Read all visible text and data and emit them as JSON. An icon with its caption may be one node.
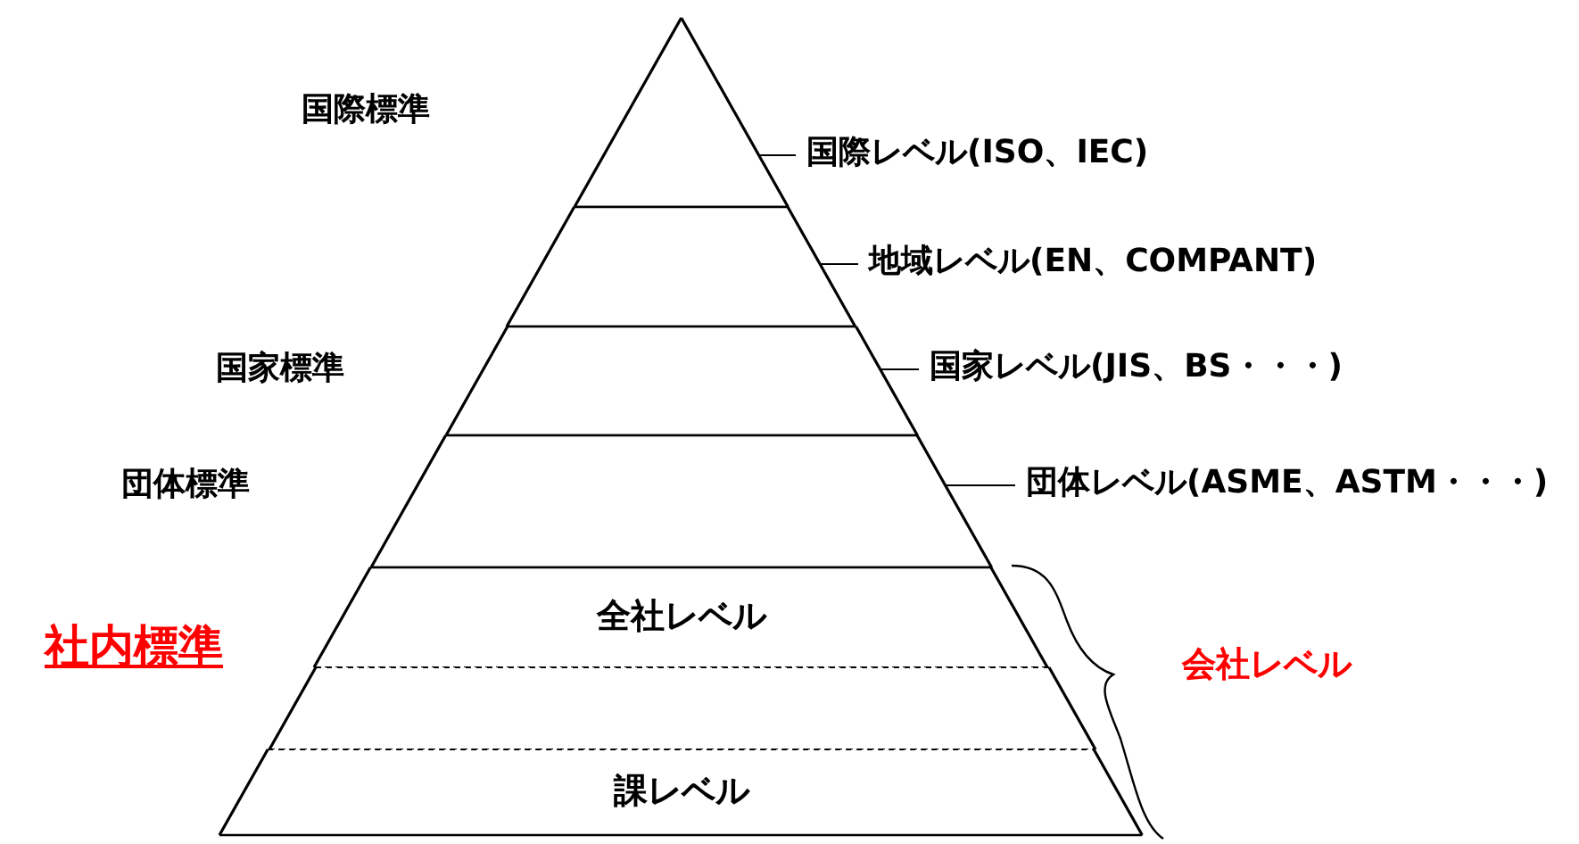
{
  "diagram": {
    "nodes": [
      {
        "text": [],
        "shape": "triangle"
      },
      {
        "text": [],
        "shape": "band"
      },
      {
        "text": [],
        "shape": "band"
      },
      {
        "text": [],
        "shape": "band"
      },
      {
        "text": [
          "全社レベル"
        ]
      },
      {
        "text": [],
        "shape": "band"
      },
      {
        "text": [
          "課レベル"
        ]
      },
      {
        "text": [
          "国際レベル(ISO、IEC)"
        ]
      },
      {
        "text": [
          "地域レベル(EN、COMPANT)"
        ]
      },
      {
        "text": [
          "国家レベル(JIS、BS・・・)"
        ]
      },
      {
        "text": [
          "団体レベル(ASME、ASTM・・・)"
        ]
      }
    ],
    "edges": [
      {
        "from": 7,
        "to": 0,
        "arrow": "none"
      },
      {
        "from": 8,
        "to": 1,
        "arrow": "none"
      },
      {
        "from": 9,
        "to": 2,
        "arrow": "none"
      },
      {
        "from": 10,
        "to": 3,
        "arrow": "none"
      }
    ],
    "labels": [
      "国際標準",
      "国家標準",
      "団体標準",
      "社内標準",
      "会社レベル"
    ]
  }
}
